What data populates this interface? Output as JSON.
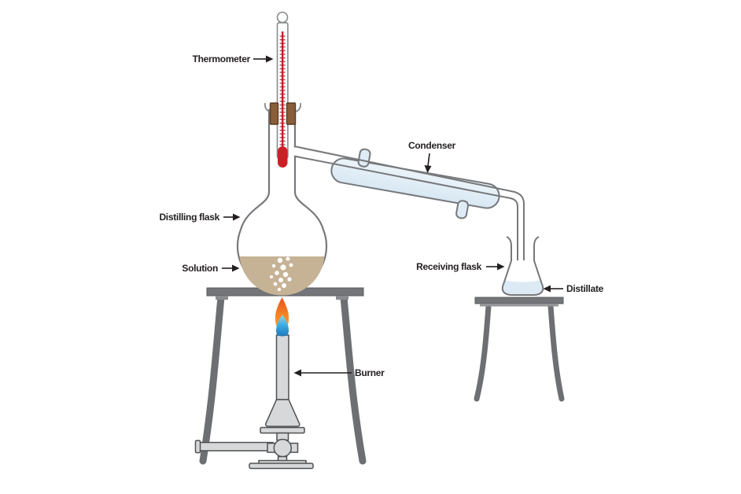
{
  "diagram": {
    "labels": {
      "thermometer": "Thermometer",
      "condenser": "Condenser",
      "distilling_flask": "Distilling flask",
      "solution": "Solution",
      "receiving_flask": "Receiving flask",
      "distillate": "Distillate",
      "burner": "Burner"
    },
    "colors": {
      "glass_outline": "#76787b",
      "condenser_fluid": "#dfecf6",
      "distillate_fluid": "#dceaf5",
      "solution_fluid": "#c6b295",
      "thermometer_red": "#cc2027",
      "thermometer_tick": "#8a1a1f",
      "stopper_brown": "#8a5d3b",
      "flame_orange": "#f05a28",
      "flame_blue": "#2ba8e0",
      "stand_gray": "#6d6f72",
      "label_text": "#231f20"
    }
  }
}
